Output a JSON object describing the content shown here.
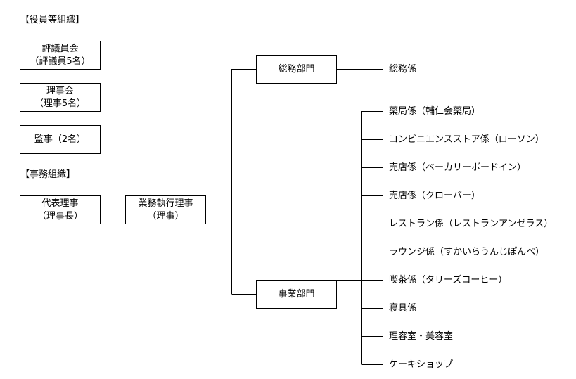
{
  "sections": {
    "officers_heading": "【役員等組織】",
    "office_heading": "【事務組織】"
  },
  "officers": {
    "council": {
      "line1": "評議員会",
      "line2": "（評議員5名）"
    },
    "board": {
      "line1": "理事会",
      "line2": "（理事5名）"
    },
    "auditor": {
      "line1": "監事（2名）"
    }
  },
  "org": {
    "representative": {
      "line1": "代表理事",
      "line2": "（理事長）"
    },
    "executive": {
      "line1": "業務執行理事",
      "line2": "（理事）"
    },
    "general_affairs": {
      "label": "総務部門"
    },
    "business": {
      "label": "事業部門"
    },
    "general_affairs_items": [
      "総務係"
    ],
    "business_items": [
      "薬局係（輔仁会薬局）",
      "コンビニエンスストア係（ローソン）",
      "売店係（ベーカリーボードイン）",
      "売店係（クローバー）",
      "レストラン係（レストランアンゼラス）",
      "ラウンジ係（すかいらうんじぽんぺ）",
      "喫茶係（タリーズコーヒー）",
      "寝具係",
      "理容室・美容室",
      "ケーキショップ"
    ]
  }
}
